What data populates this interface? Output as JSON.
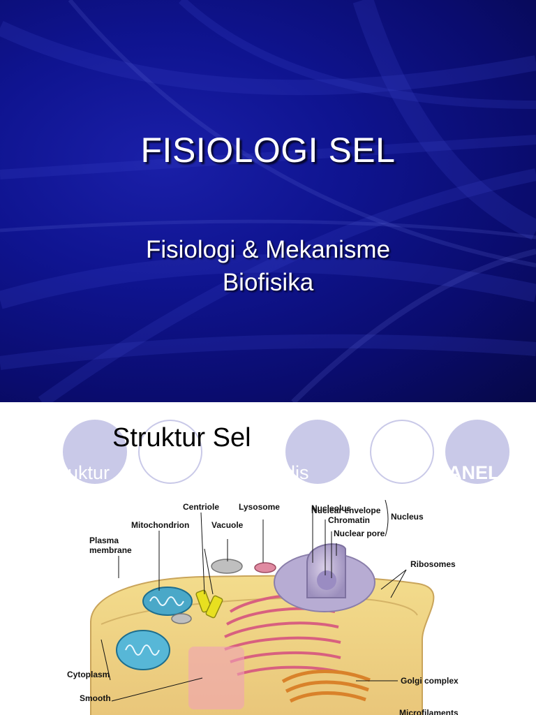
{
  "slide1": {
    "title": "FISIOLOGI SEL",
    "subtitle_line1": "Fisiologi & Mekanisme",
    "subtitle_line2": "Biofisika"
  },
  "slide2": {
    "title": "Struktur Sel",
    "partial_text_left": "ruktur",
    "partial_text_mid": "sir dis",
    "partial_text_right": "ANEL",
    "labels": {
      "centriole": "Centriole",
      "lysosome": "Lysosome",
      "mitochondrion": "Mitochondrion",
      "vacuole": "Vacuole",
      "plasma1": "Plasma",
      "plasma2": "membrane",
      "nuclear_envelope": "Nuclear envelope",
      "nucleolus": "Nucleolus",
      "chromatin": "Chromatin",
      "nuclear_pore": "Nuclear pore",
      "nucleus": "Nucleus",
      "ribosomes": "Ribosomes",
      "cytoplasm": "Cytoplasm",
      "golgi": "Golgi complex",
      "smooth": "Smooth",
      "microfilaments": "Microfilaments"
    }
  }
}
